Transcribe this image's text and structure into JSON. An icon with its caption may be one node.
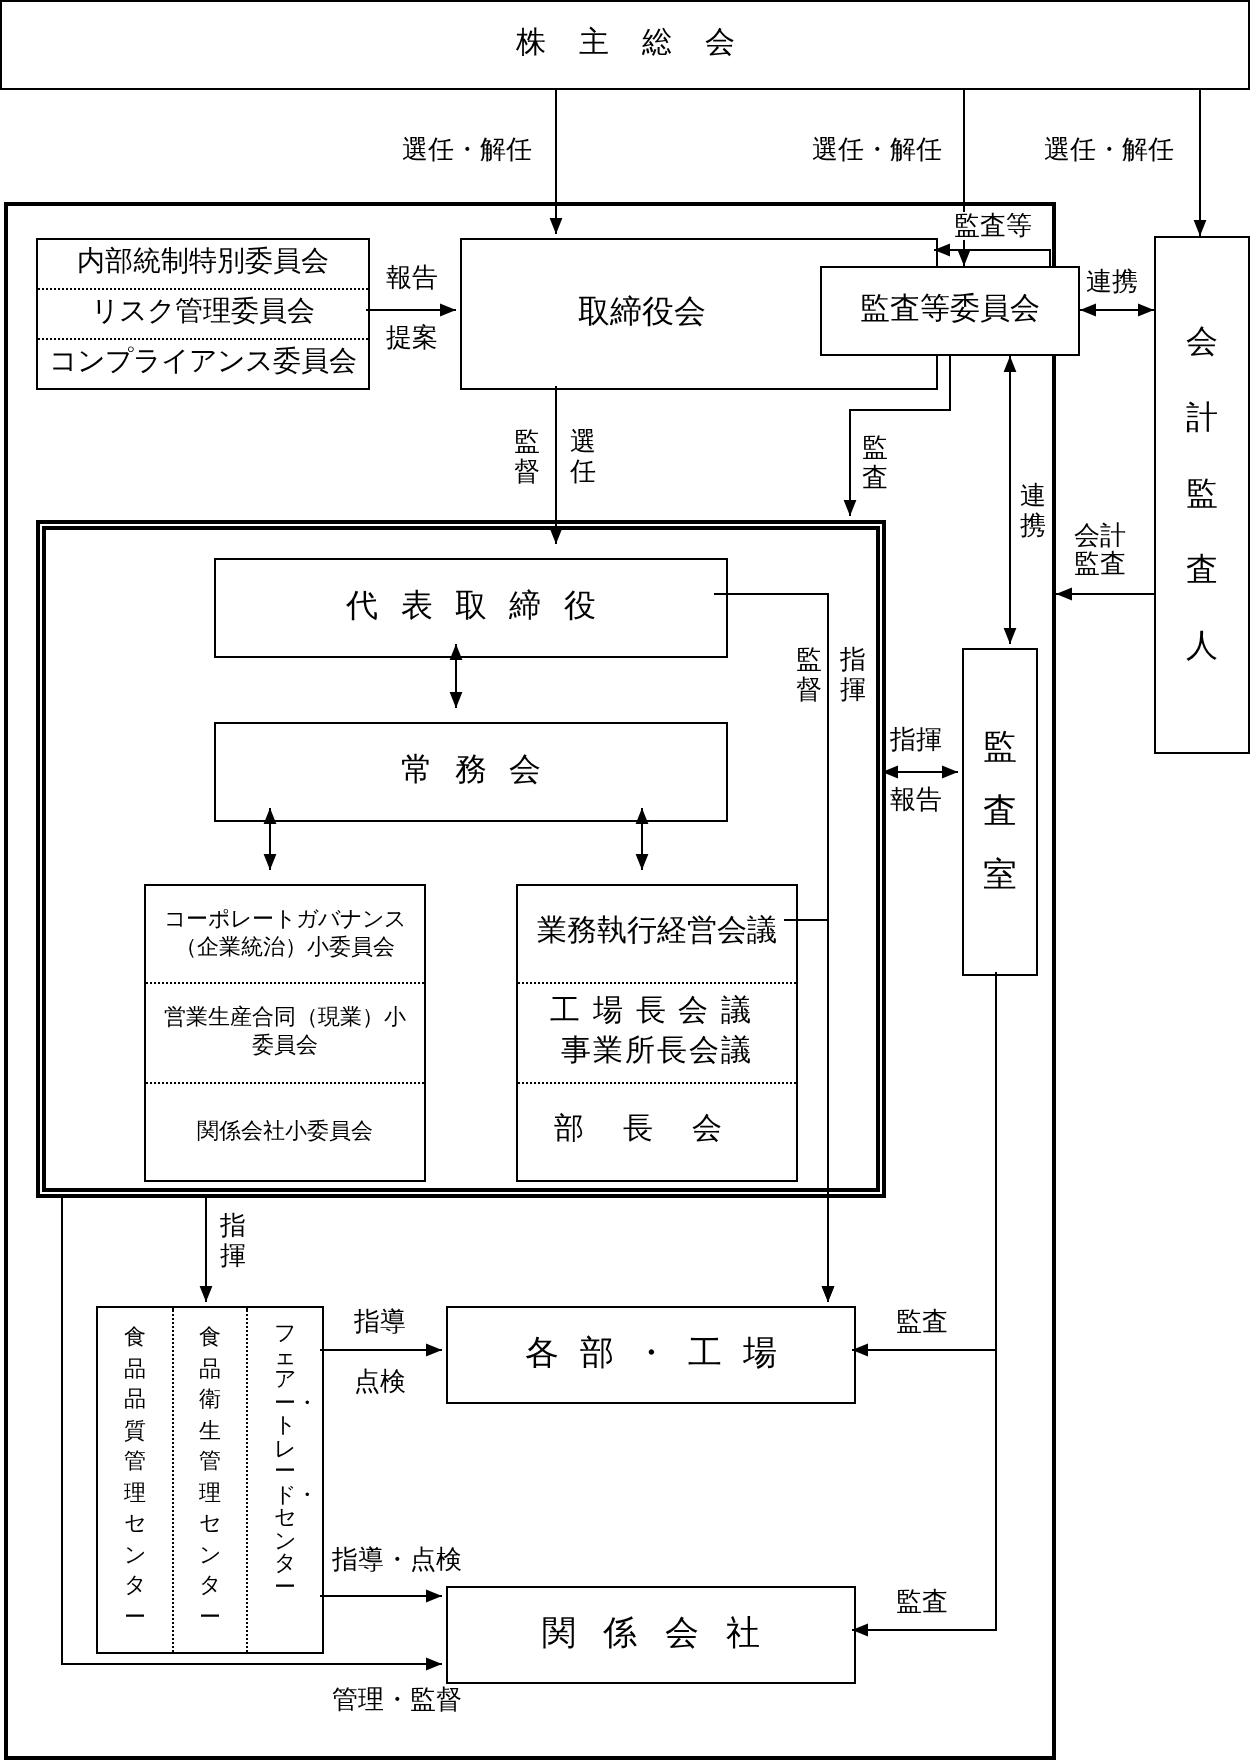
{
  "diagram": {
    "nodes": [
      {
        "text": [
          "株主総会"
        ]
      },
      {
        "text": [],
        "shape": "box"
      },
      {
        "text": [
          "内部統制特別委員会",
          "リスク管理委員会",
          "コンプライアンス委員会"
        ],
        "in": 1
      },
      {
        "text": [
          "取締役会"
        ],
        "in": 1
      },
      {
        "text": [
          "監査等委員会"
        ]
      },
      {
        "text": [
          "会計監査人"
        ]
      },
      {
        "text": [],
        "shape": "box",
        "in": 1
      },
      {
        "text": [
          "代表取締役"
        ],
        "in": 6
      },
      {
        "text": [
          "常務会"
        ],
        "in": 6
      },
      {
        "text": [
          "コーポレートガバナンス（企業統治）小委員会",
          "営業生産合同（現業）小委員会",
          "関係会社小委員会"
        ],
        "in": 6
      },
      {
        "text": [
          "業務執行経営会議",
          "工場長会議",
          "事業所長会議",
          "部長会"
        ],
        "in": 6
      },
      {
        "text": [
          "監査室"
        ],
        "in": 1
      },
      {
        "text": [
          "食品品質管理センター",
          "食品衛生管理センター",
          "フェアー・トレード・センター"
        ],
        "in": 1
      },
      {
        "text": [
          "各部・工場"
        ],
        "in": 1
      },
      {
        "text": [
          "関係会社"
        ],
        "in": 1
      }
    ],
    "edges": [
      {
        "from": 0,
        "to": 3,
        "arrow": "to",
        "label": "選任・解任"
      },
      {
        "from": 0,
        "to": 4,
        "arrow": "to",
        "label": "選任・解任"
      },
      {
        "from": 0,
        "to": 5,
        "arrow": "to",
        "label": "選任・解任"
      },
      {
        "from": 2,
        "to": 3,
        "arrow": "to",
        "label": "報告"
      },
      {
        "from": 4,
        "to": 3,
        "arrow": "to",
        "label": "監査等"
      },
      {
        "from": 4,
        "to": 5,
        "arrow": "both",
        "label": "連携"
      },
      {
        "from": 3,
        "to": 7,
        "arrow": "to",
        "label": "選任"
      },
      {
        "from": 4,
        "to": 6,
        "arrow": "to",
        "label": "監査"
      },
      {
        "from": 4,
        "to": 11,
        "arrow": "both",
        "label": "連携"
      },
      {
        "from": 5,
        "to": 1,
        "arrow": "to",
        "label": "会計監査"
      },
      {
        "from": 7,
        "to": 8,
        "arrow": "both"
      },
      {
        "from": 8,
        "to": 9,
        "arrow": "both"
      },
      {
        "from": 8,
        "to": 10,
        "arrow": "both"
      },
      {
        "from": 6,
        "to": 11,
        "arrow": "both",
        "label": "指揮"
      },
      {
        "from": 7,
        "to": 13,
        "arrow": "to",
        "label": "指揮"
      },
      {
        "from": 10,
        "to": 13,
        "arrow": "to"
      },
      {
        "from": 6,
        "to": 12,
        "arrow": "to",
        "label": "指揮"
      },
      {
        "from": 12,
        "to": 13,
        "arrow": "to",
        "label": "指導"
      },
      {
        "from": 12,
        "to": 14,
        "arrow": "to",
        "label": "指導・点検"
      },
      {
        "from": 6,
        "to": 14,
        "arrow": "to",
        "label": "管理・監督"
      },
      {
        "from": 11,
        "to": 13,
        "arrow": "to",
        "label": "監査"
      },
      {
        "from": 11,
        "to": 14,
        "arrow": "to",
        "label": "監査"
      }
    ],
    "labels": [
      "提案",
      "監督",
      "報告",
      "監督",
      "点検"
    ]
  }
}
